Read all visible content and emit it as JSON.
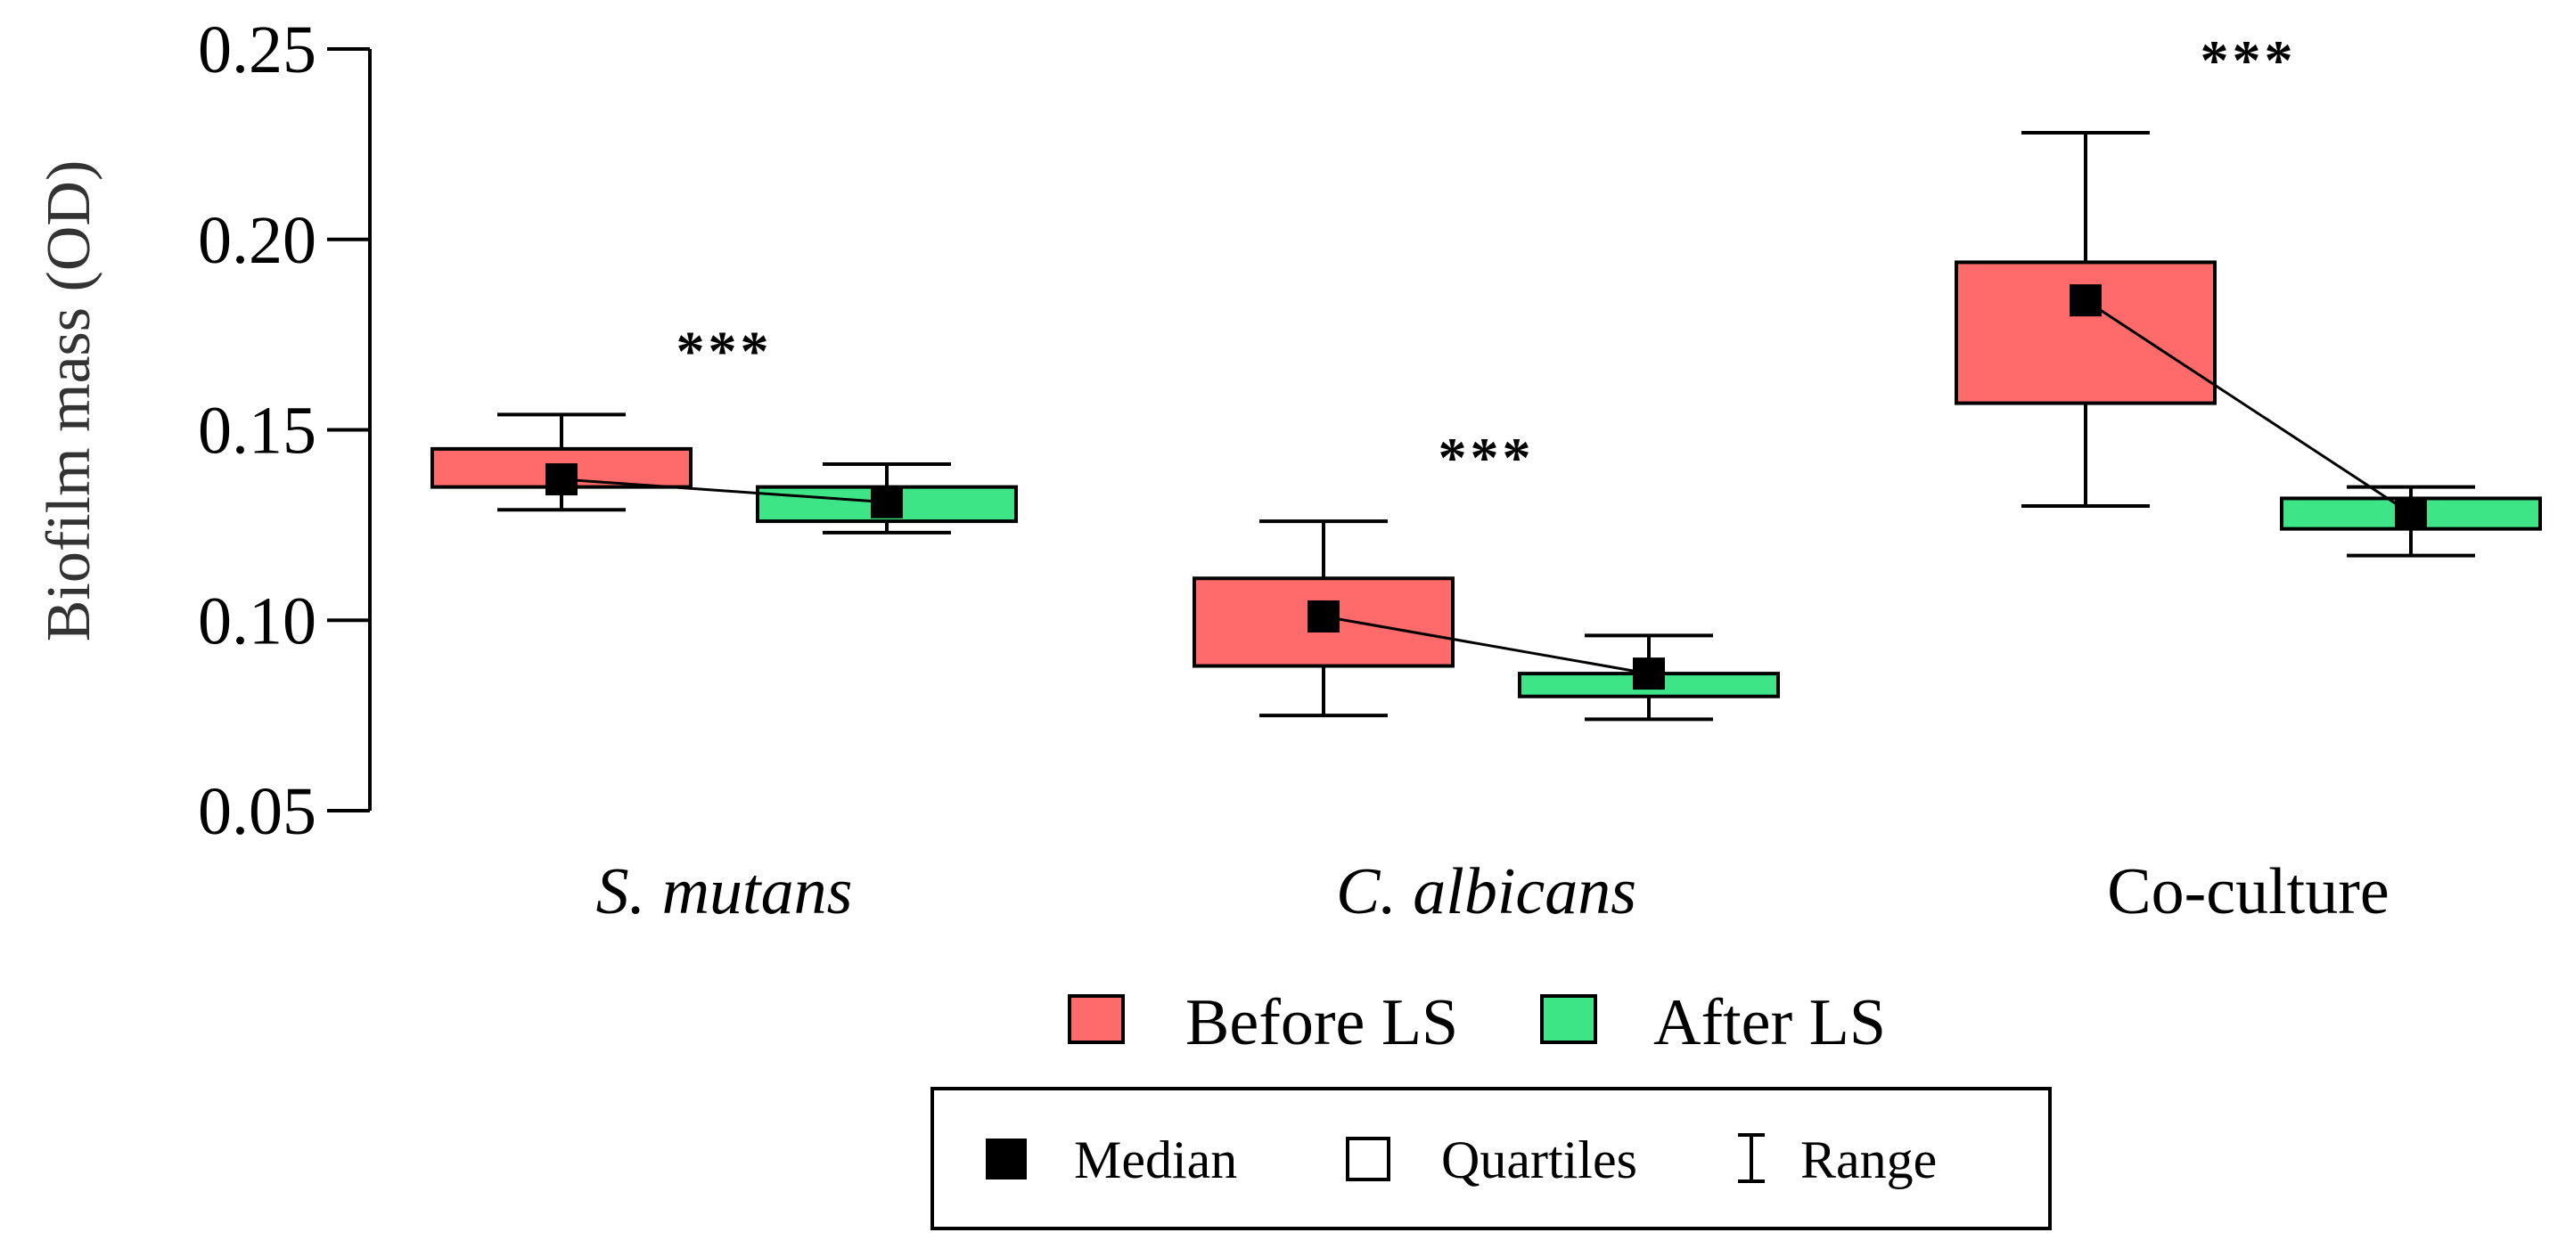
{
  "chart_data": {
    "type": "box",
    "title": "",
    "xlabel": "",
    "ylabel": "Biofilm mass (OD)",
    "ylim": [
      0.05,
      0.25
    ],
    "yticks": [
      "0.05",
      "0.10",
      "0.15",
      "0.20",
      "0.25"
    ],
    "categories": [
      "S. mutans",
      "C. albicans",
      "Co-culture"
    ],
    "category_italic": [
      true,
      true,
      false
    ],
    "series": [
      {
        "name": "Before LS",
        "color": "#ff6b6b",
        "boxes": [
          {
            "min": 0.129,
            "q1": 0.135,
            "median": 0.137,
            "q3": 0.145,
            "max": 0.154
          },
          {
            "min": 0.075,
            "q1": 0.088,
            "median": 0.101,
            "q3": 0.111,
            "max": 0.126
          },
          {
            "min": 0.13,
            "q1": 0.157,
            "median": 0.184,
            "q3": 0.194,
            "max": 0.228
          }
        ]
      },
      {
        "name": "After LS",
        "color": "#3de586",
        "boxes": [
          {
            "min": 0.123,
            "q1": 0.126,
            "median": 0.131,
            "q3": 0.135,
            "max": 0.141
          },
          {
            "min": 0.074,
            "q1": 0.08,
            "median": 0.086,
            "q3": 0.086,
            "max": 0.096
          },
          {
            "min": 0.117,
            "q1": 0.124,
            "median": 0.128,
            "q3": 0.132,
            "max": 0.135
          }
        ]
      }
    ],
    "annotations": [
      "***",
      "***",
      "***"
    ],
    "legend": {
      "series": [
        "Before LS",
        "After LS"
      ],
      "key": [
        "Median",
        "Quartiles",
        "Range"
      ],
      "placement": "bottom-center"
    },
    "grid": false
  }
}
